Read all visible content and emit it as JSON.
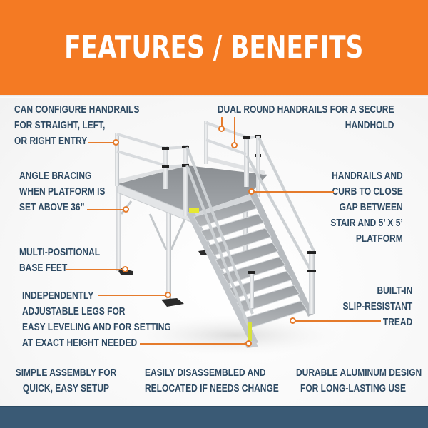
{
  "banner": {
    "title": "FEATURES / BENEFITS",
    "background_color": "#f47a23",
    "text_color": "#ffffff"
  },
  "callouts": {
    "handrail_config": {
      "lines": [
        "CAN CONFIGURE HANDRAILS",
        "FOR STRAIGHT, LEFT,",
        "OR RIGHT ENTRY"
      ]
    },
    "dual_handrails": {
      "lines": [
        "DUAL ROUND HANDRAILS FOR A SECURE",
        "HANDHOLD"
      ]
    },
    "angle_bracing": {
      "lines": [
        "ANGLE BRACING",
        "WHEN PLATFORM IS",
        "SET ABOVE 36”"
      ]
    },
    "handrails_curb": {
      "lines": [
        "HANDRAILS AND",
        "CURB TO CLOSE",
        "GAP BETWEEN",
        "STAIR AND 5’ X 5’",
        "PLATFORM"
      ]
    },
    "base_feet": {
      "lines": [
        "MULTI-POSITIONAL",
        "BASE FEET"
      ]
    },
    "adjustable_legs": {
      "lines": [
        "INDEPENDENTLY",
        "ADJUSTABLE LEGS FOR",
        "EASY LEVELING AND FOR SETTING",
        "AT EXACT HEIGHT NEEDED"
      ]
    },
    "slip_resistant": {
      "lines": [
        "BUILT-IN",
        "SLIP-RESISTANT",
        "TREAD"
      ]
    }
  },
  "bottom_features": [
    {
      "lines": [
        "SIMPLE ASSEMBLY FOR",
        "QUICK, EASY SETUP"
      ]
    },
    {
      "lines": [
        "EASILY DISASSEMBLED AND",
        "RELOCATED IF NEEDS CHANGE"
      ]
    },
    {
      "lines": [
        "DURABLE ALUMINUM DESIGN",
        "FOR LONG-LASTING USE"
      ]
    }
  ],
  "colors": {
    "accent_orange": "#f47a23",
    "callout_orange": "#e57b2c",
    "text_navy": "#2e4a63",
    "footer_blue": "#3a5a75"
  },
  "image": {
    "subject": "aluminum-platform-stair-illustration"
  }
}
